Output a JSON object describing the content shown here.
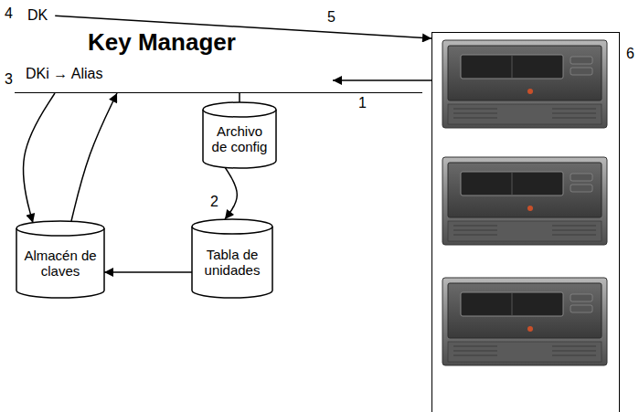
{
  "diagram": {
    "nodes": [
      {
        "text": [
          "DK",
          "Key Manager",
          "DKi → Alias"
        ]
      },
      {
        "text": [
          "Archivo de config"
        ]
      },
      {
        "text": [
          "Tabla de unidades"
        ]
      },
      {
        "text": [
          "Almacén de claves"
        ]
      },
      {
        "text": [
          "6"
        ]
      }
    ],
    "edges": [
      {
        "from": 0,
        "to": 4,
        "arrow": "to",
        "label": "5"
      },
      {
        "from": 4,
        "to": 0,
        "arrow": "to",
        "label": "1"
      },
      {
        "from": 0,
        "to": 3,
        "arrow": "to"
      },
      {
        "from": 3,
        "to": 0,
        "arrow": "to"
      },
      {
        "from": 0,
        "to": 1,
        "arrow": "none"
      },
      {
        "from": 1,
        "to": 2,
        "arrow": "to"
      },
      {
        "from": 2,
        "to": 3,
        "arrow": "to"
      }
    ],
    "labels": [
      "4",
      "3",
      "2"
    ]
  }
}
